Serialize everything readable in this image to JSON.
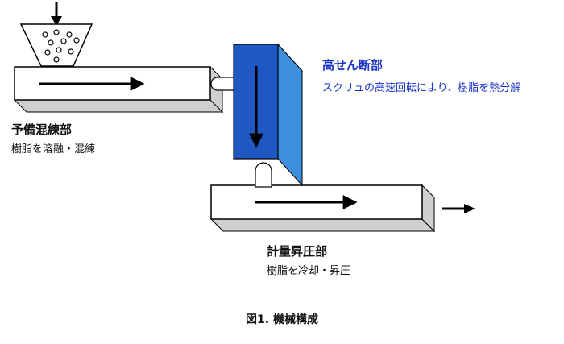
{
  "sections": {
    "premix": {
      "title": "予備混練部",
      "desc": "樹脂を溶融・混練"
    },
    "shear": {
      "title": "高せん断部",
      "desc": "スクリュの高速回転により、樹脂を熱分解"
    },
    "metering": {
      "title": "計量昇圧部",
      "desc": "樹脂を冷却・昇圧"
    }
  },
  "caption": "図1. 機械構成",
  "colors": {
    "shear_front": "#1f57c3",
    "shear_side": "#3c8fda",
    "shear_top": "#1748a8",
    "barrel_shade": "#cfcfcf",
    "label_blue": "#1a33c8"
  }
}
